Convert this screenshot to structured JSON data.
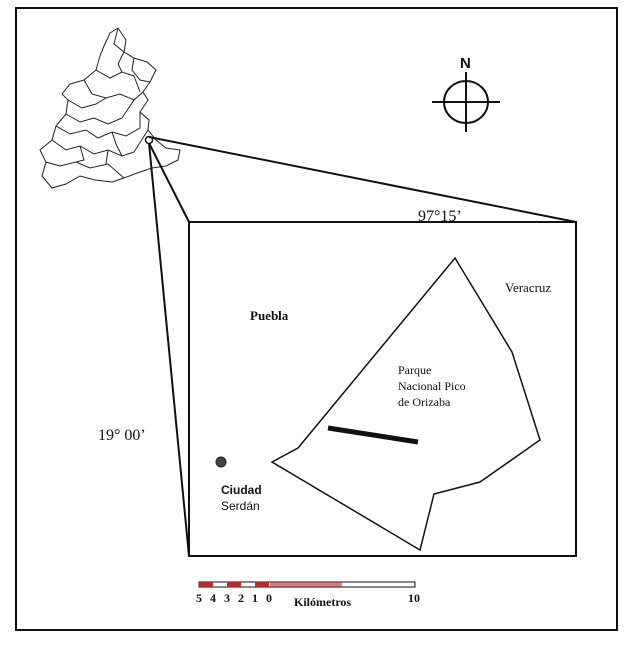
{
  "map": {
    "coordinates": {
      "longitude_label": "97°15’",
      "latitude_label": "19° 00’"
    },
    "regions": {
      "puebla": "Puebla",
      "veracruz": "Veracruz"
    },
    "park_label": [
      "Parque",
      "Nacional Pico",
      "de Orizaba"
    ],
    "city_label": [
      "Ciudad",
      "Serdán"
    ],
    "compass_label": "N",
    "scale_bar": {
      "ticks": [
        "5",
        "4",
        "3",
        "2",
        "1",
        "0",
        "10"
      ],
      "unit_label": "Kilómetros"
    },
    "colors": {
      "ink": "#111111",
      "scale_red": "#b03030",
      "background": "#ffffff",
      "city_dot": "#444444"
    }
  }
}
